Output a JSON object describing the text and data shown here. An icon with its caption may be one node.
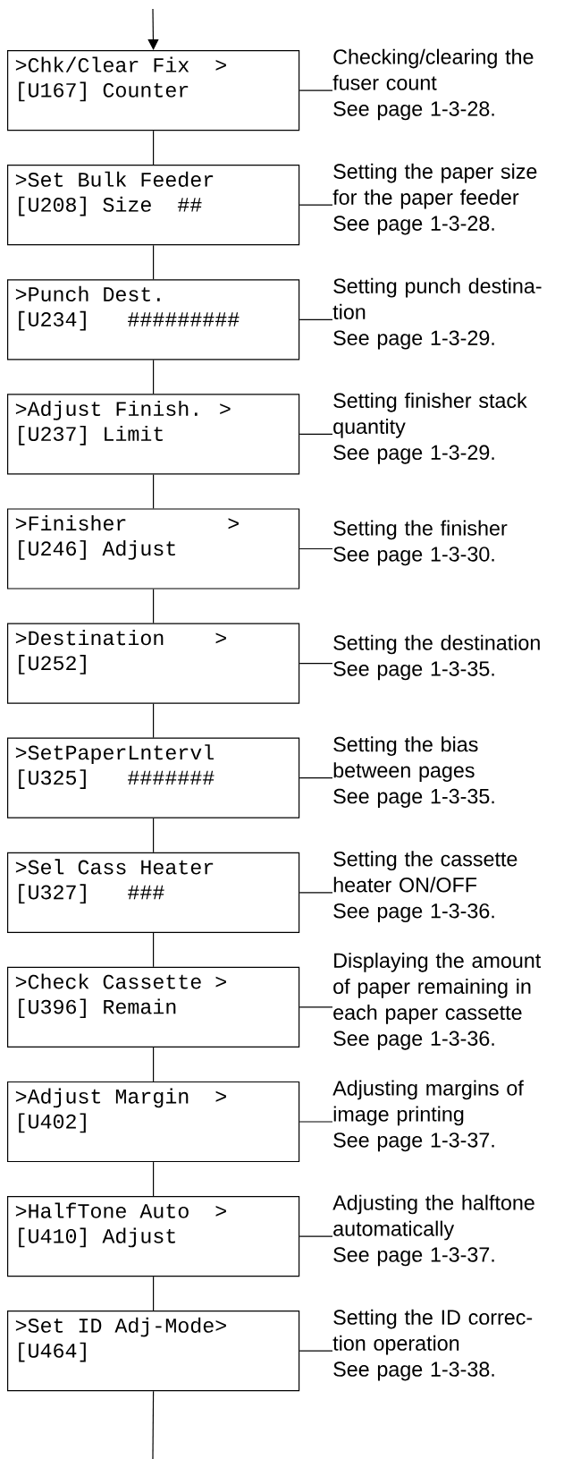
{
  "diagram": {
    "nodes": [
      {
        "text": [
          ">Chk/Clear Fix  >",
          "[U167] Counter"
        ]
      },
      {
        "text": [
          ">Set Bulk Feeder",
          "[U208] Size  ##"
        ]
      },
      {
        "text": [
          ">Punch Dest.",
          "[U234]   #########"
        ]
      },
      {
        "text": [
          ">Adjust Finish. >",
          "[U237] Limit"
        ]
      },
      {
        "text": [
          ">Finisher        >",
          "[U246] Adjust"
        ]
      },
      {
        "text": [
          ">Destination    >",
          "[U252]"
        ]
      },
      {
        "text": [
          ">SetPaperLntervl",
          "[U325]   #######"
        ]
      },
      {
        "text": [
          ">Sel Cass Heater",
          "[U327]   ###"
        ]
      },
      {
        "text": [
          ">Check Cassette >",
          "[U396] Remain"
        ]
      },
      {
        "text": [
          ">Adjust Margin  >",
          "[U402]"
        ]
      },
      {
        "text": [
          ">HalfTone Auto  >",
          "[U410] Adjust"
        ]
      },
      {
        "text": [
          ">Set ID Adj-Mode>",
          "[U464]"
        ]
      },
      {
        "text": [
          "Checking/clearing the fuser count",
          "See page 1-3-28."
        ]
      },
      {
        "text": [
          "Setting the paper size for the paper feeder",
          "See page 1-3-28."
        ]
      },
      {
        "text": [
          "Setting punch destina-tion",
          "See page 1-3-29."
        ]
      },
      {
        "text": [
          "Setting finisher stack quantity",
          "See page 1-3-29."
        ]
      },
      {
        "text": [
          "Setting the finisher",
          "See page 1-3-30."
        ]
      },
      {
        "text": [
          "Setting the destination",
          "See page 1-3-35."
        ]
      },
      {
        "text": [
          "Setting the bias between pages",
          "See page 1-3-35."
        ]
      },
      {
        "text": [
          "Setting the cassette heater ON/OFF",
          "See page 1-3-36."
        ]
      },
      {
        "text": [
          "Displaying the amount of paper remaining in each paper cassette",
          "See page 1-3-36."
        ]
      },
      {
        "text": [
          "Adjusting margins of image printing",
          "See page 1-3-37."
        ]
      },
      {
        "text": [
          "Adjusting the halftone automatically",
          "See page 1-3-37."
        ]
      },
      {
        "text": [
          "Setting the ID correc-tion operation",
          "See page 1-3-38."
        ]
      }
    ],
    "edges": [
      {
        "from": null,
        "to": 0,
        "arrow": "to"
      },
      {
        "from": 0,
        "to": 1,
        "arrow": "none"
      },
      {
        "from": 1,
        "to": 2,
        "arrow": "none"
      },
      {
        "from": 2,
        "to": 3,
        "arrow": "none"
      },
      {
        "from": 3,
        "to": 4,
        "arrow": "none"
      },
      {
        "from": 4,
        "to": 5,
        "arrow": "none"
      },
      {
        "from": 5,
        "to": 6,
        "arrow": "none"
      },
      {
        "from": 6,
        "to": 7,
        "arrow": "none"
      },
      {
        "from": 7,
        "to": 8,
        "arrow": "none"
      },
      {
        "from": 8,
        "to": 9,
        "arrow": "none"
      },
      {
        "from": 9,
        "to": 10,
        "arrow": "none"
      },
      {
        "from": 10,
        "to": 11,
        "arrow": "none"
      },
      {
        "from": 11,
        "to": null,
        "arrow": "none"
      },
      {
        "from": 0,
        "to": 12,
        "arrow": "none"
      },
      {
        "from": 1,
        "to": 13,
        "arrow": "none"
      },
      {
        "from": 2,
        "to": 14,
        "arrow": "none"
      },
      {
        "from": 3,
        "to": 15,
        "arrow": "none"
      },
      {
        "from": 4,
        "to": 16,
        "arrow": "none"
      },
      {
        "from": 5,
        "to": 17,
        "arrow": "none"
      },
      {
        "from": 6,
        "to": 18,
        "arrow": "none"
      },
      {
        "from": 7,
        "to": 19,
        "arrow": "none"
      },
      {
        "from": 8,
        "to": 20,
        "arrow": "none"
      },
      {
        "from": 9,
        "to": 21,
        "arrow": "none"
      },
      {
        "from": 10,
        "to": 22,
        "arrow": "none"
      },
      {
        "from": 11,
        "to": 23,
        "arrow": "none"
      }
    ]
  }
}
